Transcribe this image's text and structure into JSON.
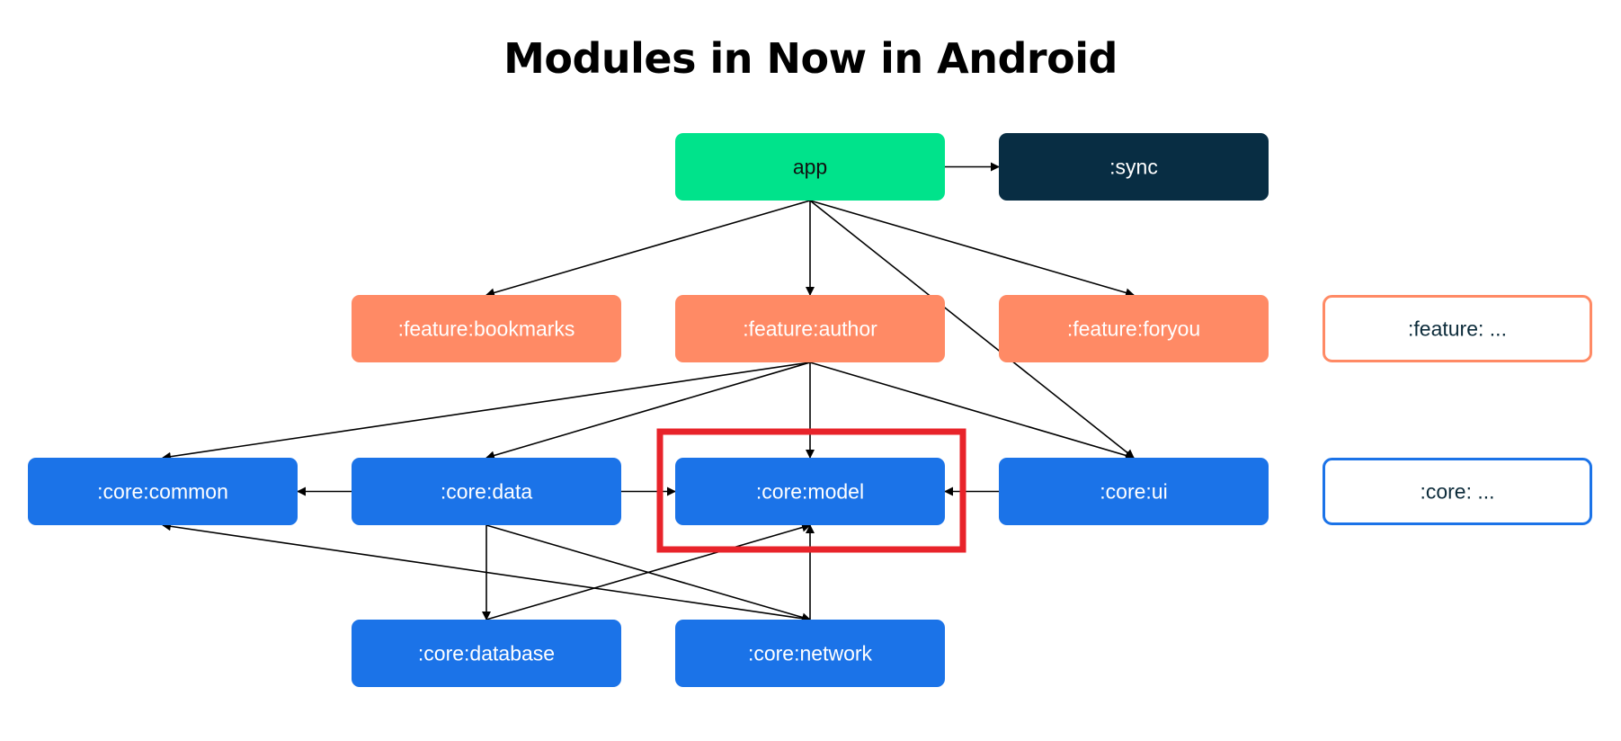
{
  "title": "Modules in Now in Android",
  "colors": {
    "app": "#00e38b",
    "sync": "#082d43",
    "feature": "#ff8a65",
    "core": "#1b73e8",
    "highlight": "#e8232a",
    "edge": "#000000"
  },
  "nodes": {
    "app": {
      "label": "app",
      "style": "app"
    },
    "sync": {
      "label": ":sync",
      "style": "sync"
    },
    "bookmarks": {
      "label": ":feature:bookmarks",
      "style": "feature"
    },
    "author": {
      "label": ":feature:author",
      "style": "feature"
    },
    "foryou": {
      "label": ":feature:foryou",
      "style": "feature"
    },
    "feature_more": {
      "label": ":feature: ...",
      "style": "feature-outline"
    },
    "common": {
      "label": ":core:common",
      "style": "core"
    },
    "data": {
      "label": ":core:data",
      "style": "core"
    },
    "model": {
      "label": ":core:model",
      "style": "core"
    },
    "ui": {
      "label": ":core:ui",
      "style": "core"
    },
    "core_more": {
      "label": ":core: ...",
      "style": "core-outline"
    },
    "database": {
      "label": ":core:database",
      "style": "core"
    },
    "network": {
      "label": ":core:network",
      "style": "core"
    }
  },
  "edges": [
    [
      "app",
      "sync"
    ],
    [
      "app",
      "bookmarks"
    ],
    [
      "app",
      "author"
    ],
    [
      "app",
      "foryou"
    ],
    [
      "app",
      "ui"
    ],
    [
      "author",
      "common"
    ],
    [
      "author",
      "data"
    ],
    [
      "author",
      "model"
    ],
    [
      "author",
      "ui"
    ],
    [
      "data",
      "common"
    ],
    [
      "data",
      "model"
    ],
    [
      "ui",
      "model"
    ],
    [
      "data",
      "database"
    ],
    [
      "data",
      "network"
    ],
    [
      "database",
      "model"
    ],
    [
      "network",
      "model"
    ],
    [
      "network",
      "common"
    ]
  ],
  "highlighted_node": "model"
}
